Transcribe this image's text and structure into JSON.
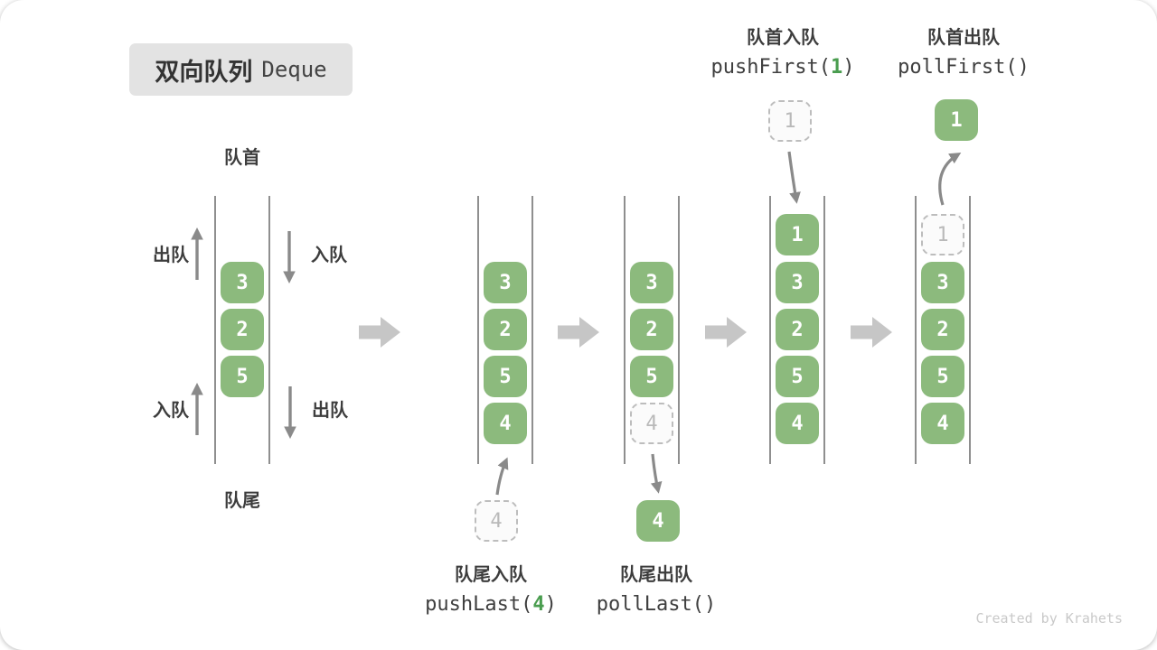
{
  "title": {
    "zh": "双向队列",
    "en": "Deque"
  },
  "left_diagram": {
    "front_label": "队首",
    "rear_label": "队尾",
    "top_left": "出队",
    "top_right": "入队",
    "bottom_left": "入队",
    "bottom_right": "出队"
  },
  "operations": {
    "push_last": {
      "zh": "队尾入队",
      "pre": "pushLast(",
      "arg": "4",
      "post": ")"
    },
    "poll_last": {
      "zh": "队尾出队",
      "pre": "pollLast()",
      "arg": "",
      "post": ""
    },
    "push_first": {
      "zh": "队首入队",
      "pre": "pushFirst(",
      "arg": "1",
      "post": ")"
    },
    "poll_first": {
      "zh": "队首出队",
      "pre": "pollFirst()",
      "arg": "",
      "post": ""
    }
  },
  "queues": [
    {
      "name": "initial",
      "items": [
        {
          "v": "3"
        },
        {
          "v": "2"
        },
        {
          "v": "5"
        }
      ]
    },
    {
      "name": "after-push-last",
      "items": [
        {
          "v": "3"
        },
        {
          "v": "2"
        },
        {
          "v": "5"
        },
        {
          "v": "4"
        }
      ]
    },
    {
      "name": "during-poll-last",
      "items": [
        {
          "v": "3"
        },
        {
          "v": "2"
        },
        {
          "v": "5"
        },
        {
          "v": "4",
          "ghost": true
        }
      ]
    },
    {
      "name": "after-push-first",
      "items": [
        {
          "v": "1"
        },
        {
          "v": "3"
        },
        {
          "v": "2"
        },
        {
          "v": "5"
        },
        {
          "v": "4"
        }
      ]
    },
    {
      "name": "during-poll-first",
      "items": [
        {
          "v": "1",
          "ghost": true
        },
        {
          "v": "3"
        },
        {
          "v": "2"
        },
        {
          "v": "5"
        },
        {
          "v": "4"
        }
      ]
    }
  ],
  "floating_items": {
    "push_last_in": "4",
    "poll_last_out": "4",
    "push_first_in": "1",
    "poll_first_out": "1"
  },
  "watermark": "Created by Krahets",
  "colors": {
    "item_green": "#8cba7d",
    "arg_green": "#4a9d4f",
    "thin_arrow_gray": "#8a8a8a",
    "flow_arrow_gray": "#c6c6c6",
    "title_bg": "#e3e3e3"
  }
}
